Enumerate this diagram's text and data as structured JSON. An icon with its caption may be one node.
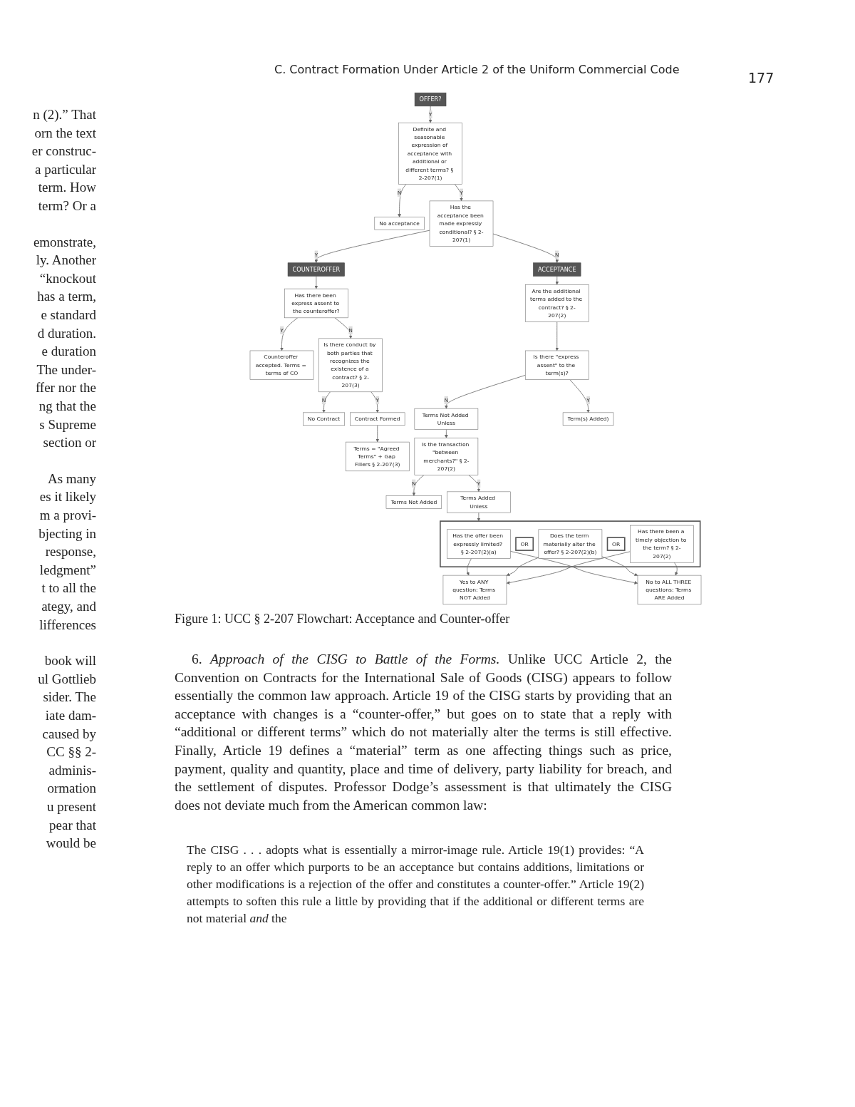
{
  "diagram": {
    "title": "C. Contract Formation Under Article 2 of the Uniform Commercial Code",
    "caption": "Figure 1: UCC § 2-207 Flowchart: Acceptance and Counter-offer",
    "nodes": [
      {
        "text": [
          "OFFER?"
        ]
      },
      {
        "text": [
          "Definite and seasonable expression of acceptance with additional or different terms? § 2-207(1)"
        ]
      },
      {
        "text": [
          "No acceptance"
        ]
      },
      {
        "text": [
          "Has the acceptance been made expressly conditional? § 2-207(1)"
        ]
      },
      {
        "text": [
          "COUNTEROFFER"
        ]
      },
      {
        "text": [
          "ACCEPTANCE"
        ]
      },
      {
        "text": [
          "Has there been express assent to the counteroffer?"
        ]
      },
      {
        "text": [
          "Counteroffer accepted. Terms = terms of CO"
        ]
      },
      {
        "text": [
          "Is there conduct by both parties that recognizes the existence of a contract? § 2-207(3)"
        ]
      },
      {
        "text": [
          "No Contract"
        ]
      },
      {
        "text": [
          "Contract Formed"
        ]
      },
      {
        "text": [
          "Terms = \"Agreed Terms\" + Gap Fillers § 2-207(3)"
        ]
      },
      {
        "text": [
          "Are the additional terms added to the contract? § 2-207(2)"
        ]
      },
      {
        "text": [
          "Is there \"express assent\" to the term(s)?"
        ]
      },
      {
        "text": [
          "Terms Not Added Unless"
        ]
      },
      {
        "text": [
          "Term(s) Added)"
        ]
      },
      {
        "text": [
          "Is the transaction \"between merchants?\" § 2-207(2)"
        ]
      },
      {
        "text": [
          "Terms Not Added"
        ]
      },
      {
        "text": [
          "Terms Added Unless"
        ]
      },
      {
        "text": [],
        "shape": "box"
      },
      {
        "text": [
          "Has the offer been expressly limited? § 2-207(2)(a)"
        ],
        "in": 19
      },
      {
        "text": [
          "OR"
        ],
        "in": 19
      },
      {
        "text": [
          "Does the term materially alter the offer? § 2-207(2)(b)"
        ],
        "in": 19
      },
      {
        "text": [
          "OR"
        ],
        "in": 19
      },
      {
        "text": [
          "Has there been a timely objection to the term? § 2-207(2)"
        ],
        "in": 19
      },
      {
        "text": [
          "Yes to ANY question: Terms NOT Added"
        ]
      },
      {
        "text": [
          "No to ALL THREE questions: Terms ARE Added"
        ]
      }
    ],
    "edges": [
      {
        "from": 0,
        "to": 1,
        "arrow": "to",
        "label": "Y"
      },
      {
        "from": 1,
        "to": 2,
        "arrow": "to",
        "label": "N"
      },
      {
        "from": 1,
        "to": 3,
        "arrow": "to",
        "label": "Y"
      },
      {
        "from": 3,
        "to": 4,
        "arrow": "to",
        "label": "Y"
      },
      {
        "from": 3,
        "to": 5,
        "arrow": "to",
        "label": "N"
      },
      {
        "from": 4,
        "to": 6,
        "arrow": "to"
      },
      {
        "from": 6,
        "to": 7,
        "arrow": "to",
        "label": "Y"
      },
      {
        "from": 6,
        "to": 8,
        "arrow": "to",
        "label": "N"
      },
      {
        "from": 8,
        "to": 9,
        "arrow": "to",
        "label": "N"
      },
      {
        "from": 8,
        "to": 10,
        "arrow": "to",
        "label": "Y"
      },
      {
        "from": 10,
        "to": 11,
        "arrow": "to"
      },
      {
        "from": 5,
        "to": 12,
        "arrow": "to"
      },
      {
        "from": 12,
        "to": 13,
        "arrow": "to"
      },
      {
        "from": 13,
        "to": 14,
        "arrow": "to",
        "label": "N"
      },
      {
        "from": 13,
        "to": 15,
        "arrow": "to",
        "label": "Y"
      },
      {
        "from": 14,
        "to": 16,
        "arrow": "to"
      },
      {
        "from": 16,
        "to": 17,
        "arrow": "to",
        "label": "N"
      },
      {
        "from": 16,
        "to": 18,
        "arrow": "to",
        "label": "Y"
      },
      {
        "from": 18,
        "to": 19,
        "arrow": "to"
      },
      {
        "from": 20,
        "to": 25,
        "arrow": "to"
      },
      {
        "from": 20,
        "to": 26,
        "arrow": "to"
      },
      {
        "from": 22,
        "to": 25,
        "arrow": "to"
      },
      {
        "from": 22,
        "to": 26,
        "arrow": "to"
      },
      {
        "from": 24,
        "to": 25,
        "arrow": "to"
      },
      {
        "from": 24,
        "to": 26,
        "arrow": "to"
      }
    ],
    "labels": [
      "177",
      "6. *Approach of the CISG to Battle of the Forms.* Unlike UCC Article 2, the Convention on Contracts for the International Sale of Goods (CISG) appears to follow essentially the common law approach. Article 19 of the CISG starts by providing that an acceptance with changes is a “counter-offer,” but goes on to state that a reply with “additional or different terms” which do not materially alter the terms is still effective. Finally, Article 19 defines a “material” term as one affecting things such as price, payment, quality and quantity, place and time of delivery, party liability for breach, and the settlement of disputes. Professor Dodge’s assessment is that ultimately the CISG does not deviate much from the American common law:",
      "The CISG . . . adopts what is essentially a mirror-image rule. Article 19(1) provides: “A reply to an offer which purports to be an acceptance but contains additions, limitations or other modifications is a rejection of the offer and constitutes a counter-offer.” Article 19(2) attempts to soften this rule a little by providing that if the additional or different terms are not material *and* the",
      "n (2).” That",
      "orn the text",
      "er construc-",
      "a particular",
      "term. How",
      "term? Or a",
      "emonstrate,",
      "ly. Another",
      "“knockout",
      "has a term,",
      "e standard",
      "d duration.",
      "e duration",
      "The under-",
      "ffer nor the",
      "ng that the",
      "s Supreme",
      "section or",
      "As many",
      "es it likely",
      "m a provi-",
      "bjecting in",
      "response,",
      "ledgment”",
      "t to all the",
      "ategy, and",
      "lifferences",
      "book will",
      "ul Gottlieb",
      "sider. The",
      "iate dam-",
      "caused by",
      "CC §§ 2-",
      "adminis-",
      "ormation",
      "u present",
      "pear that",
      "would be"
    ]
  }
}
